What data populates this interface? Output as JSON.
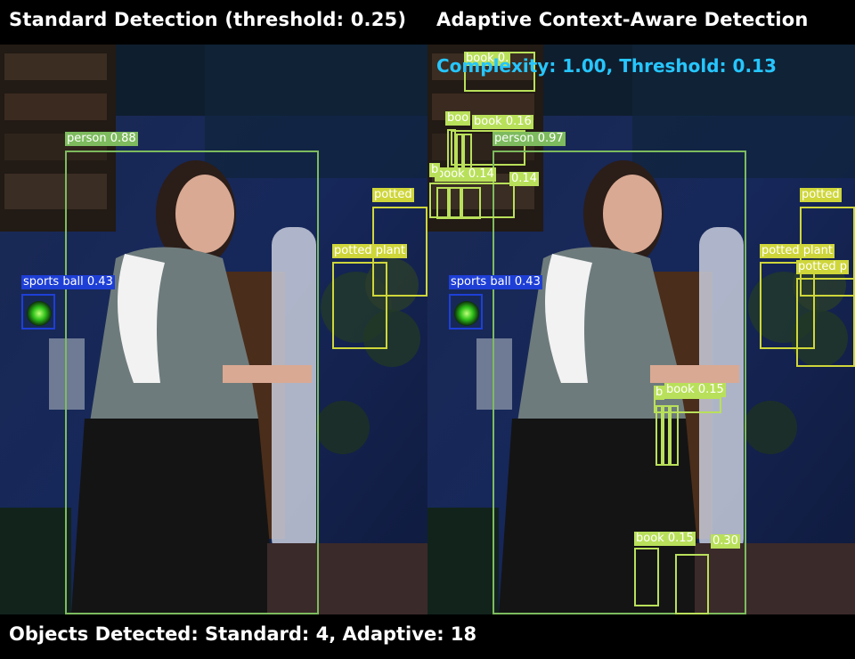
{
  "header": {
    "left_title": "Standard Detection (threshold: 0.25)",
    "right_title": "Adaptive Context-Aware Detection",
    "right_subtitle": "Complexity: 1.00, Threshold: 0.13"
  },
  "footer": {
    "summary": "Objects Detected: Standard: 4, Adaptive: 18"
  },
  "colors": {
    "person": "#7dbb5e",
    "sports_ball": "#1e3fd6",
    "potted_plant": "#cfd63a",
    "book": "#b9e05a",
    "subtitle": "#26c6ff"
  },
  "standard": {
    "detections": [
      {
        "label": "person 0.88",
        "cls": "person"
      },
      {
        "label": "sports ball 0.43",
        "cls": "sports_ball"
      },
      {
        "label": "potted",
        "cls": "potted_plant"
      },
      {
        "label": "potted plant",
        "cls": "potted_plant"
      }
    ]
  },
  "adaptive": {
    "detections": [
      {
        "label": "book 0.",
        "cls": "book"
      },
      {
        "label": "book 0.16",
        "cls": "book"
      },
      {
        "label": "boo",
        "cls": "book"
      },
      {
        "label": "person 0.97",
        "cls": "person"
      },
      {
        "label": "book 0.14",
        "cls": "book"
      },
      {
        "label": "0.14",
        "cls": "book"
      },
      {
        "label": "b",
        "cls": "book"
      },
      {
        "label": "sports ball 0.43",
        "cls": "sports_ball"
      },
      {
        "label": "potted",
        "cls": "potted_plant"
      },
      {
        "label": "potted plant",
        "cls": "potted_plant"
      },
      {
        "label": "potted p",
        "cls": "potted_plant"
      },
      {
        "label": "book 0.15",
        "cls": "book"
      },
      {
        "label": "b",
        "cls": "book"
      },
      {
        "label": "book 0.15",
        "cls": "book"
      },
      {
        "label": "0.30",
        "cls": "book"
      }
    ]
  }
}
